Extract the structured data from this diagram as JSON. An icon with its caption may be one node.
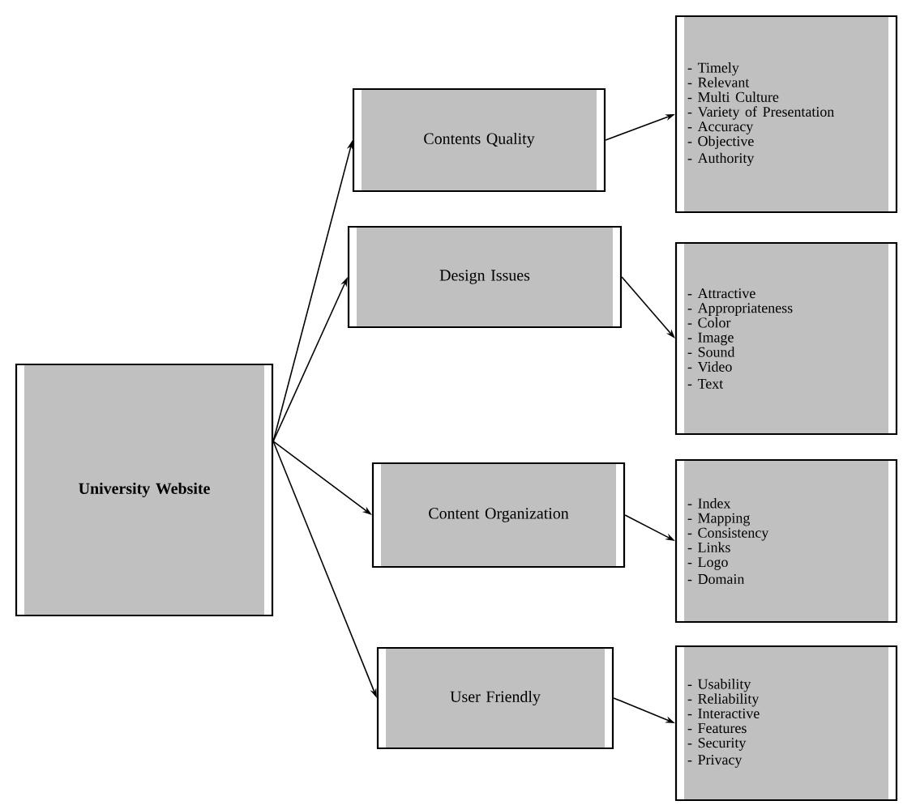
{
  "diagram": {
    "nodes": [
      {
        "text": [
          "University Website"
        ]
      },
      {
        "text": [
          "Contents Quality"
        ]
      },
      {
        "text": [
          "Design Issues"
        ]
      },
      {
        "text": [
          "Content Organization"
        ]
      },
      {
        "text": [
          "User Friendly"
        ]
      },
      {
        "text": [
          "- Timely",
          "- Relevant",
          "- Multi Culture",
          "- Variety of Presentation",
          "- Accuracy",
          "- Objective",
          "- Authority"
        ]
      },
      {
        "text": [
          "- Attractive",
          "- Appropriateness",
          "- Color",
          "- Image",
          "- Sound",
          "- Video",
          "- Text"
        ]
      },
      {
        "text": [
          "- Index",
          "- Mapping",
          "- Consistency",
          "- Links",
          "- Logo",
          "- Domain"
        ]
      },
      {
        "text": [
          "- Usability",
          "- Reliability",
          "- Interactive",
          "- Features",
          "- Security",
          "- Privacy"
        ]
      }
    ],
    "edges": [
      {
        "from": 0,
        "to": 1,
        "arrow": "to"
      },
      {
        "from": 0,
        "to": 2,
        "arrow": "to"
      },
      {
        "from": 0,
        "to": 3,
        "arrow": "to"
      },
      {
        "from": 0,
        "to": 4,
        "arrow": "to"
      },
      {
        "from": 1,
        "to": 5,
        "arrow": "to"
      },
      {
        "from": 2,
        "to": 6,
        "arrow": "to"
      },
      {
        "from": 3,
        "to": 7,
        "arrow": "to"
      },
      {
        "from": 4,
        "to": 8,
        "arrow": "to"
      }
    ]
  }
}
